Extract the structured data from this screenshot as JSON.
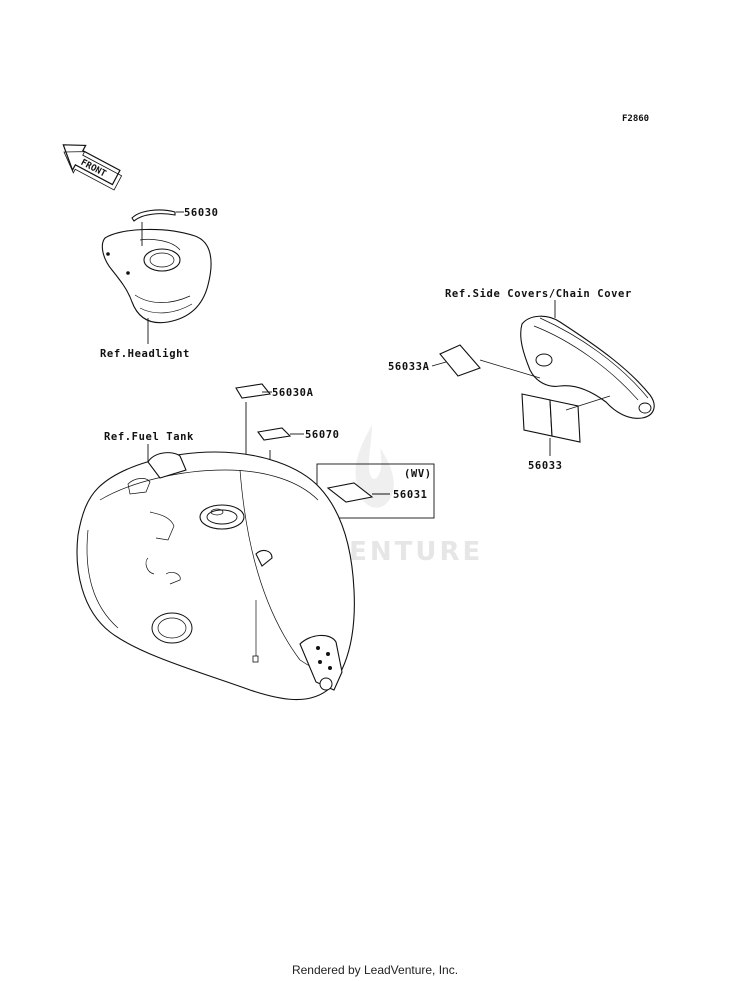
{
  "figure_code": "F2860",
  "front_arrow_label": "FRONT",
  "watermark": "LEADVENTURE",
  "callouts": {
    "p56030": "56030",
    "headlight": "Ref.Headlight",
    "side_covers": "Ref.Side Covers/Chain Cover",
    "p56033A": "56033A",
    "p56033": "56033",
    "p56030A": "56030A",
    "p56070": "56070",
    "fuel_tank": "Ref.Fuel Tank",
    "wv": "(WV)",
    "p56031": "56031"
  },
  "footer": "Rendered by LeadVenture, Inc."
}
